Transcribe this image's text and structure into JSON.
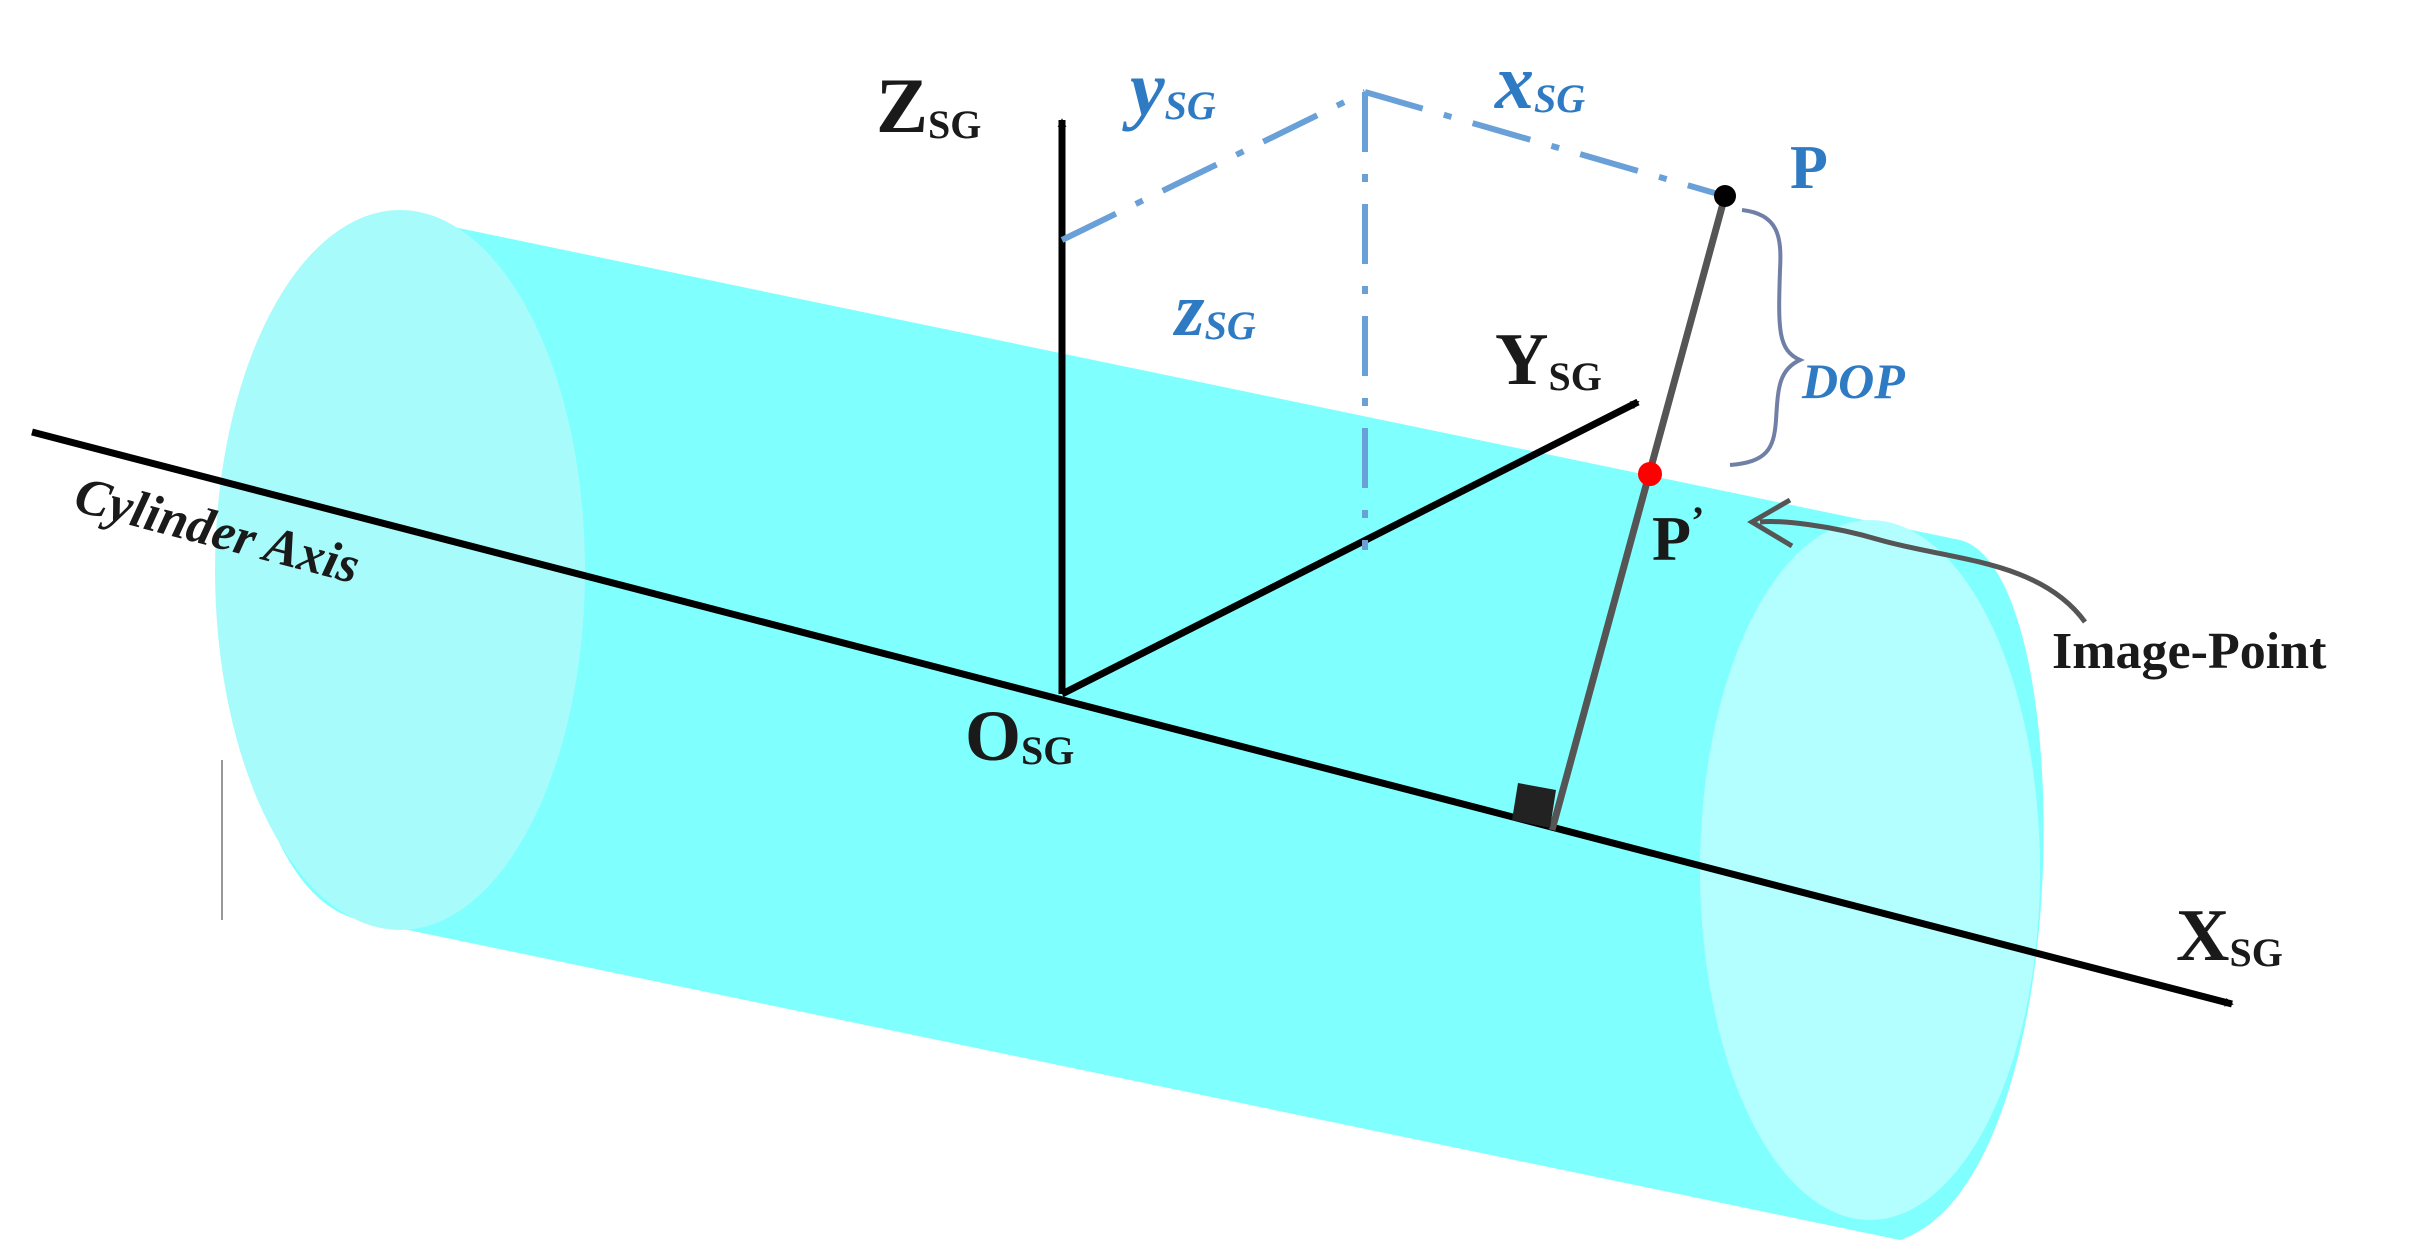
{
  "labels": {
    "z_axis_main": "Z",
    "z_axis_sub": "SG",
    "y_axis_main": "Y",
    "y_axis_sub": "SG",
    "x_axis_main": "X",
    "x_axis_sub": "SG",
    "origin_main": "O",
    "origin_sub": "SG",
    "coord_y_main": "y",
    "coord_y_sub": "SG",
    "coord_x_main": "x",
    "coord_x_sub": "SG",
    "coord_z_main": "z",
    "coord_z_sub": "SG",
    "point_p": "P",
    "point_p_prime": "P",
    "point_p_prime_mark": "’",
    "dop": "DOP",
    "image_point": "Image-Point",
    "cylinder_axis": "Cylinder Axis"
  },
  "colors": {
    "cylinder_body": "#80ffff",
    "cylinder_cap": "#b3ffff",
    "cylinder_cap_left": "#a8fbfb",
    "axis_line": "#000000",
    "dashed_line": "#6aa0d8",
    "label_blue": "#2e7bc4",
    "point_p": "#000000",
    "point_p_prime": "#ff0000",
    "normal_line": "#555555",
    "brace": "#6f7fa6"
  }
}
